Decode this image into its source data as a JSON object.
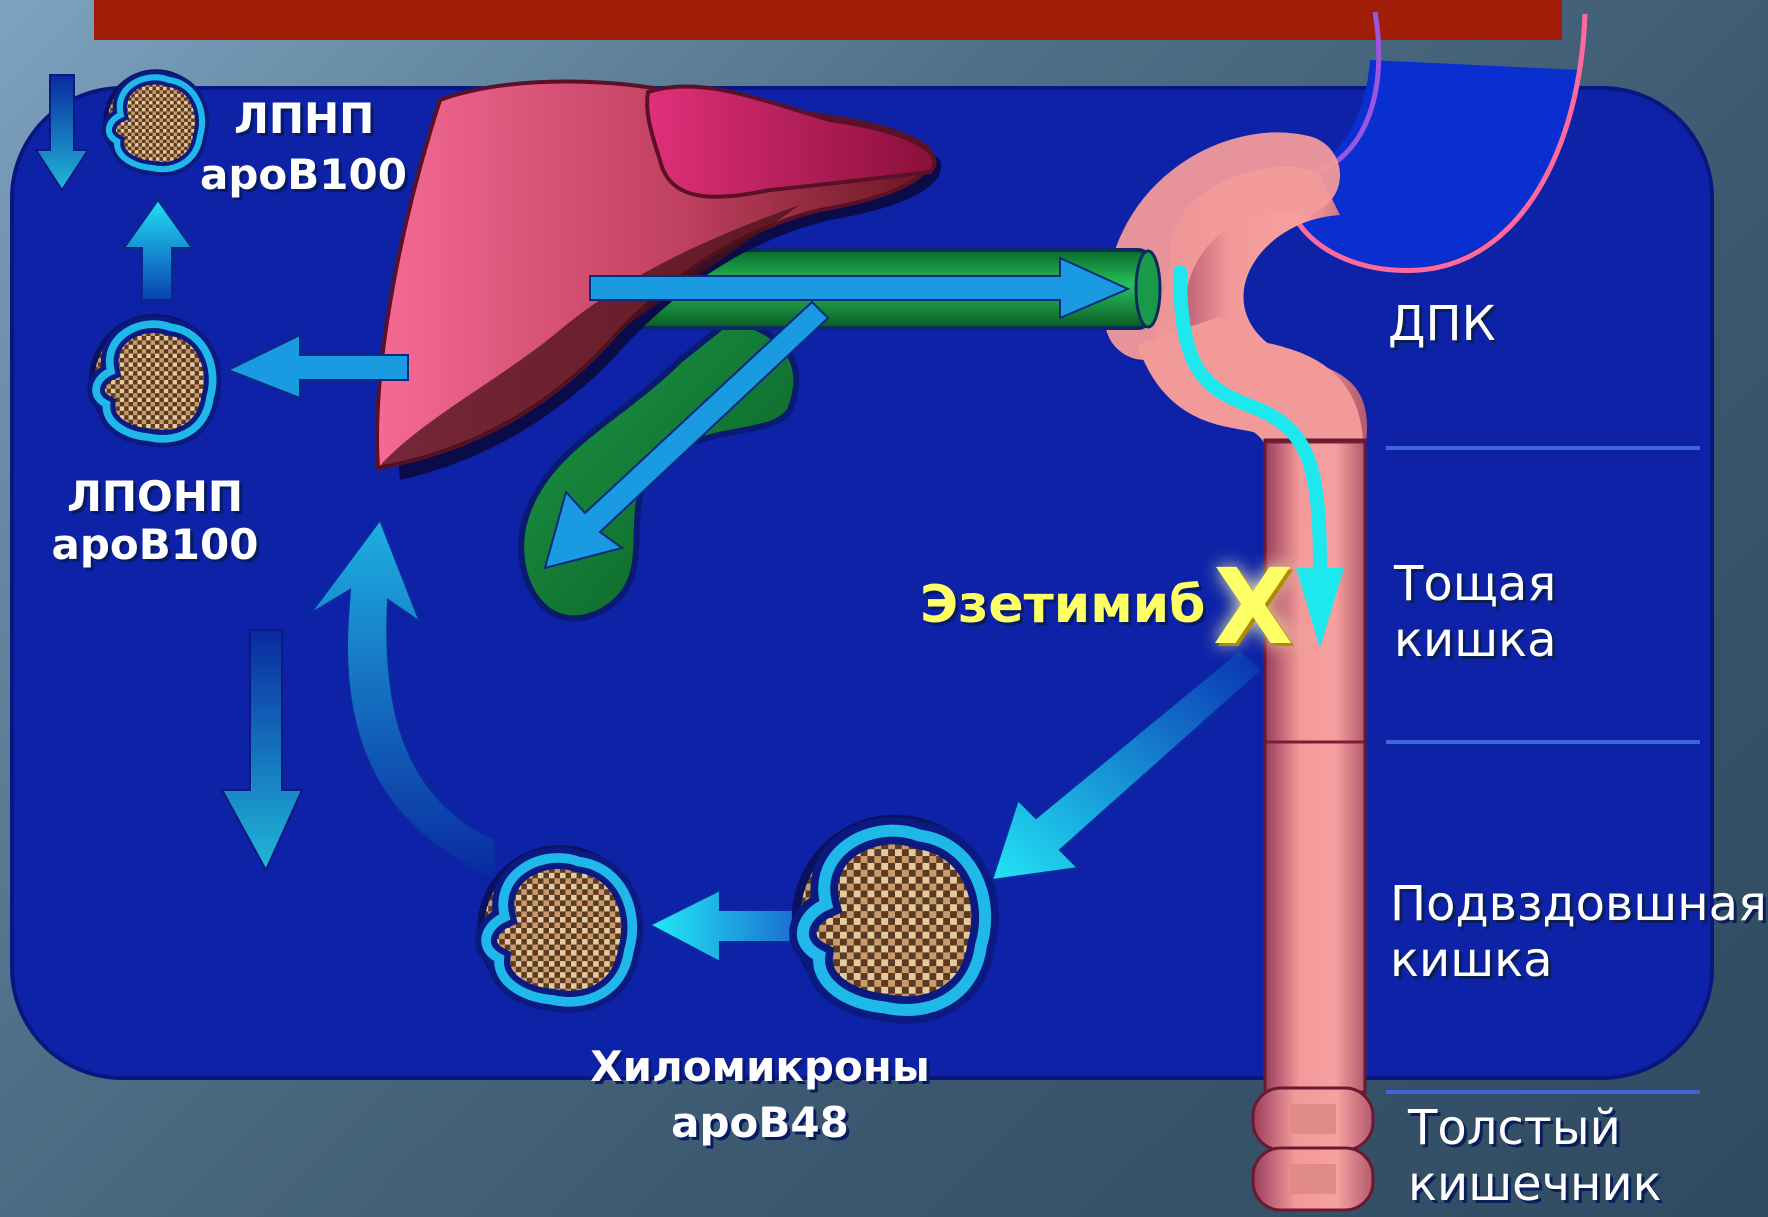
{
  "colors": {
    "panel": "#0e1fa0",
    "liver": "#e2577f",
    "gallbladder": "#1a8a3c",
    "intestine": "#f09a9a",
    "arrow": "#18b4e8",
    "highlight": "#ffff66",
    "top_bar": "#a01e08"
  },
  "labels": {
    "ldl_name": "ЛПНП",
    "ldl_apo": "apoB100",
    "vldl_name": "ЛПОНП",
    "vldl_apo": "apoB100",
    "chylo_name": "Хиломикроны",
    "chylo_apo": "apoB48",
    "drug": "Эзетимиб",
    "block_mark": "X"
  },
  "segments": {
    "duodenum": "ДПК",
    "jejunum_1": "Тощая",
    "jejunum_2": "кишка",
    "ileum_1": "Подвздовшная",
    "ileum_2": "кишка",
    "colon_1": "Толстый",
    "colon_2": "кишечник"
  }
}
